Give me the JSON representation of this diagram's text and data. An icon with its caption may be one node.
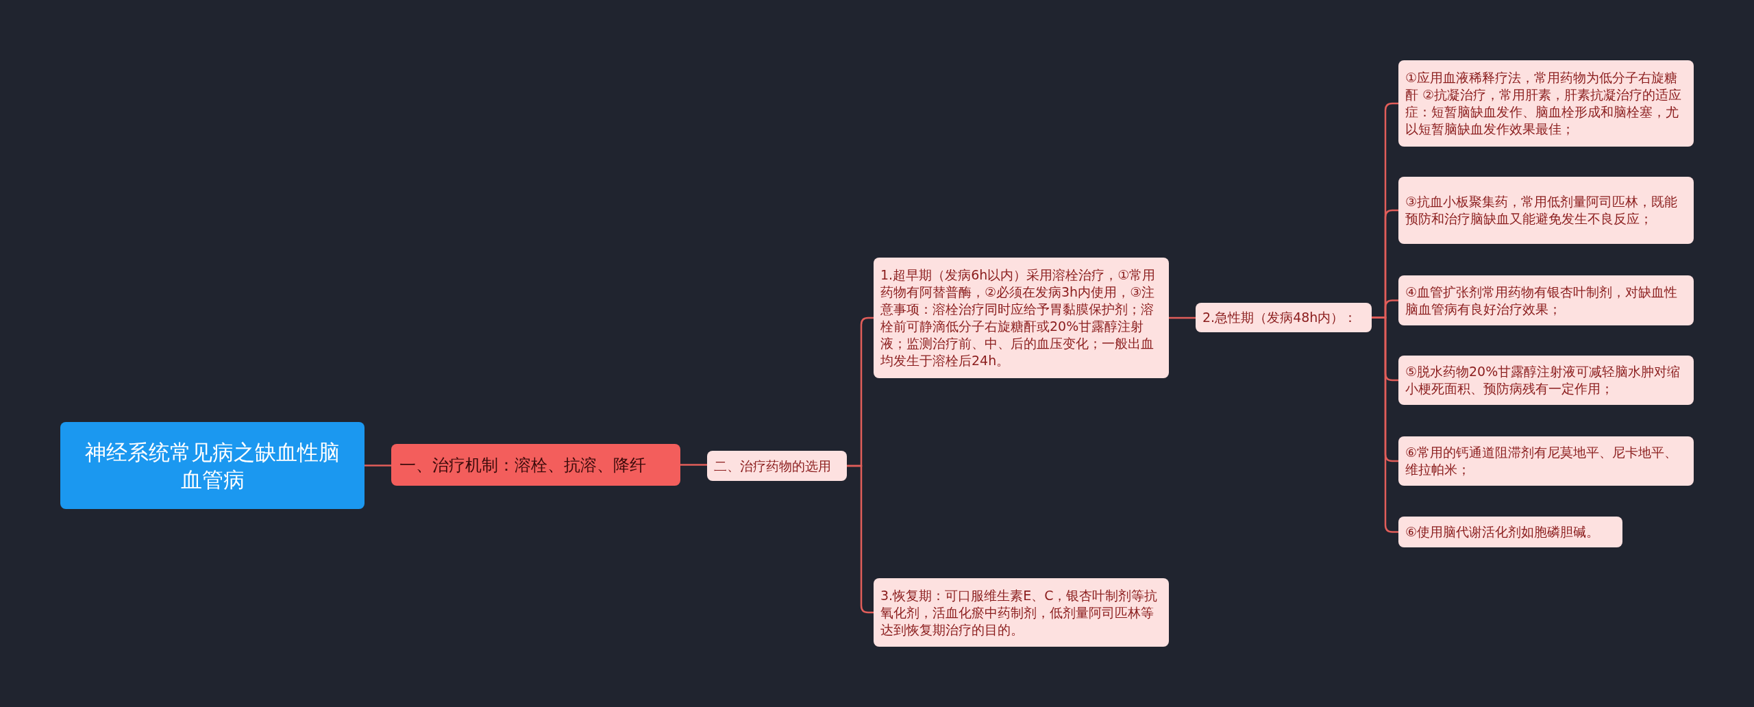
{
  "diagram": {
    "nodes": [
      {
        "text": [
          "神经系统常见病之缺血性脑血管病"
        ]
      },
      {
        "text": [
          "一、治疗机制：溶栓、抗溶、降纤"
        ]
      },
      {
        "text": [
          "二、治疗药物的选用"
        ]
      },
      {
        "text": [
          "1.超早期（发病6h以内）采用溶栓治疗，①常用药物有阿替普酶，②必须在发病3h内使用，③注意事项：溶栓治疗同时应给予胃黏膜保护剂；溶栓前可静滴低分子右旋糖酐或20%甘露醇注射液；监测治疗前、中、后的血压变化；一般出血均发生于溶栓后24h。"
        ]
      },
      {
        "text": [
          "2.急性期（发病48h内）："
        ]
      },
      {
        "text": [
          "①应用血液稀释疗法，常用药物为低分子右旋糖酐 ②抗凝治疗，常用肝素，肝素抗凝治疗的适应症：短暂脑缺血发作、脑血栓形成和脑栓塞，尤以短暂脑缺血发作效果最佳；"
        ]
      },
      {
        "text": [
          "③抗血小板聚集药，常用低剂量阿司匹林，既能预防和治疗脑缺血又能避免发生不良反应；"
        ]
      },
      {
        "text": [
          "④血管扩张剂常用药物有银杏叶制剂，对缺血性脑血管病有良好治疗效果；"
        ]
      },
      {
        "text": [
          "⑤脱水药物20%甘露醇注射液可减轻脑水肿对缩小梗死面积、预防病残有一定作用；"
        ]
      },
      {
        "text": [
          "⑥常用的钙通道阻滞剂有尼莫地平、尼卡地平、维拉帕米；"
        ]
      },
      {
        "text": [
          "⑥使用脑代谢活化剂如胞磷胆碱。"
        ]
      },
      {
        "text": [
          "3.恢复期：可口服维生素E、C，银杏叶制剂等抗氧化剂，活血化瘀中药制剂，低剂量阿司匹林等达到恢复期治疗的目的。"
        ]
      }
    ],
    "edges": [
      {
        "from": 0,
        "to": 1,
        "arrow": "none"
      },
      {
        "from": 1,
        "to": 2,
        "arrow": "none"
      },
      {
        "from": 2,
        "to": 3,
        "arrow": "none"
      },
      {
        "from": 2,
        "to": 11,
        "arrow": "none"
      },
      {
        "from": 3,
        "to": 4,
        "arrow": "none"
      },
      {
        "from": 4,
        "to": 5,
        "arrow": "none"
      },
      {
        "from": 4,
        "to": 6,
        "arrow": "none"
      },
      {
        "from": 4,
        "to": 7,
        "arrow": "none"
      },
      {
        "from": 4,
        "to": 8,
        "arrow": "none"
      },
      {
        "from": 4,
        "to": 9,
        "arrow": "none"
      },
      {
        "from": 4,
        "to": 10,
        "arrow": "none"
      }
    ]
  }
}
